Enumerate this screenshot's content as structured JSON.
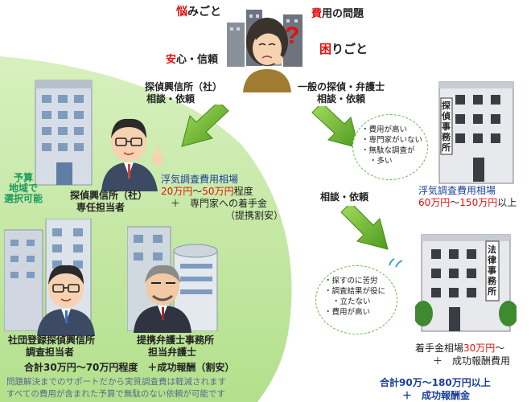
{
  "header": {
    "worry": {
      "accent": "悩",
      "rest": "みごと"
    },
    "cost_issue": {
      "accent": "費",
      "rest": "用の問題"
    },
    "trust": {
      "accent": "安",
      "rest": "心・信頼"
    },
    "trouble": {
      "accent": "困",
      "rest": "りごと"
    }
  },
  "left": {
    "arrow_caption": [
      "探偵興信所（社）",
      "相談・依頼"
    ],
    "staff1_caption": [
      "探偵興信所（社）",
      "専任担当者"
    ],
    "budget_badge": [
      "予算",
      "地域で",
      "選択可能"
    ],
    "fee": {
      "title": "浮気調査費用相場",
      "range_low": "20万円",
      "tilde": "～",
      "range_high": "50万円",
      "range_suffix": "程度",
      "plus_line": "＋　専門家への着手金",
      "discount": "（提携割安）"
    },
    "staff2_caption": [
      "社団登録探偵興信所",
      "調査担当者"
    ],
    "staff3_caption": [
      "提携弁護士事務所",
      "担当弁護士"
    ],
    "total": "合計30万円～70万円程度　＋成功報酬（割安）",
    "note1": "問題解決までのサポートだから実質調査費は軽減されます",
    "note2": "すべての費用が含まれた予算で無駄のない依頼が可能です"
  },
  "right": {
    "arrow1_caption": [
      "一般の探偵・弁護士",
      "相談・依頼"
    ],
    "detective_sign": "探偵事務所",
    "bubble1": [
      "費用が高い",
      "専門家がいない",
      "無駄な調査が",
      "多い"
    ],
    "fee": {
      "title": "浮気調査費用相場",
      "range_low": "60万円",
      "tilde": "～",
      "range_high": "150万円",
      "range_suffix": "以上"
    },
    "arrow2_caption": "相談・依頼",
    "law_sign": "法律事務所",
    "bubble2": [
      "探すのに苦労",
      "調査結果が役に",
      "立たない",
      "費用が高い"
    ],
    "retainer": {
      "prefix": "着手金相場",
      "amount": "30万円",
      "suffix": "～"
    },
    "success_fee": "＋　成功報酬費用",
    "total_line1": "合計90万～180万円以上",
    "total_line2": "＋　成功報酬金"
  },
  "colors": {
    "accent_red": "#e01010",
    "caption_blue": "#1b3f9a",
    "panel_green": "#bde59a",
    "arrow_green": "#74c03a"
  }
}
